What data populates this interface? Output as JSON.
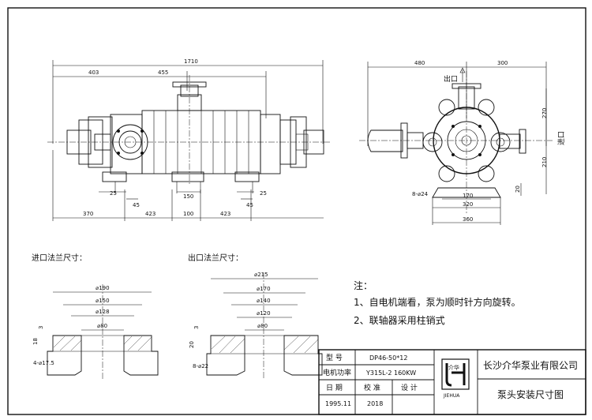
{
  "drawing": {
    "front_view_dims": {
      "overall_length": "1710",
      "d403": "403",
      "d455": "455",
      "d25a": "25",
      "d45a": "45",
      "d150": "150",
      "d25b": "25",
      "d45b": "45",
      "d370": "370",
      "d423a": "423",
      "d100": "100",
      "d423b": "423"
    },
    "side_view_dims": {
      "d480": "480",
      "d300": "300",
      "d270": "270",
      "d210": "210",
      "d20": "20",
      "holes": "8-⌀24",
      "d170": "170",
      "d320": "320",
      "d360": "360",
      "outlet_label": "出口",
      "inlet_label": "进口"
    },
    "inlet_flange": {
      "title": "进口法兰尺寸：",
      "d190": "⌀190",
      "d150": "⌀150",
      "d128": "⌀128",
      "d80": "⌀80",
      "t3": "3",
      "t18": "18",
      "holes": "4-⌀17.5"
    },
    "outlet_flange": {
      "title": "出口法兰尺寸：",
      "d215": "⌀215",
      "d170": "⌀170",
      "d140": "⌀140",
      "d120": "⌀120",
      "d80": "⌀80",
      "t3": "3",
      "t20": "20",
      "holes": "8-⌀22"
    },
    "notes": {
      "heading": "注：",
      "line1": "1、自电机端看，泵为顺时针方向旋转。",
      "line2": "2、联轴器采用柱销式"
    },
    "title_block": {
      "model_label": "型  号",
      "model_value": "DP46-50*12",
      "motor_label": "电机功率",
      "motor_value": "Y315L-2  160KW",
      "date_label": "日  期",
      "check_label": "校  准",
      "design_label": "设  计",
      "date_value": "1995.11",
      "check_value": "2018",
      "logo_text": "介华",
      "logo_sub": "JIEHUA",
      "company": "长沙介华泵业有限公司",
      "drawing_title": "泵头安装尺寸图"
    }
  }
}
